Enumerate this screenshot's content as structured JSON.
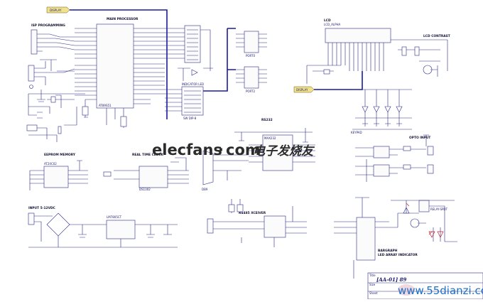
{
  "blocks": {
    "isp": "ISP PROGRAMMING",
    "main": "MAIN PROCESSOR",
    "mcu": "AT89S51",
    "lcd_conn": "LCD",
    "lcd_model": "LCD_ALPHA",
    "lcd_contrast": "LCD CONTRAST",
    "port_a": "PORT0",
    "port_b": "PORT2",
    "rs232": "RS232",
    "max232": "MAX232",
    "eeprom": "EEPROM MEMORY",
    "eeprom_chip": "AT24C02",
    "rtc": "REAL TIME CLOCK",
    "rtc_chip": "DS1302",
    "opto": "OPTO INPUT",
    "input": "INPUT 5-12VDC",
    "reg": "LM7805CT",
    "rs485": "RS485 XCEIVER",
    "relay": "RELAY-SPDT",
    "bar1": "BARGRAPH",
    "bar2": "LED ARRAY INDICATOR",
    "db9": "DB9",
    "sw_dip": "SW DIP-8",
    "led_ind": "INDICATOR LED",
    "keys": "KEYPAD"
  },
  "flags": {
    "left": "DISPLAY",
    "right": "DISPLAY"
  },
  "title_block": {
    "label": "Title",
    "value": "[AA-01] 89",
    "size": "Size",
    "sheet": "Sheet"
  },
  "watermark": {
    "brand": "elecfans",
    "dot": "·",
    "com": "com",
    "cn": "电子发烧友",
    "url": "www.55dianzi.com"
  }
}
